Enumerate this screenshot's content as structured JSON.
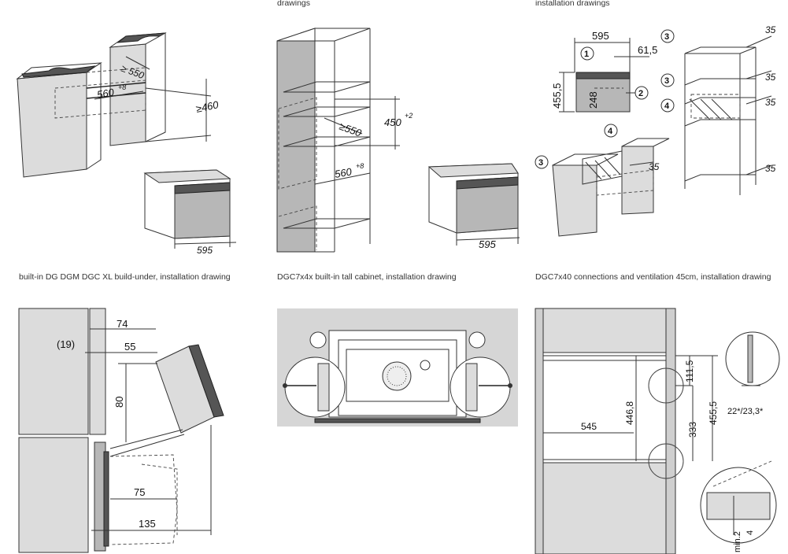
{
  "captions": {
    "top_middle_tail": "drawings",
    "top_right_tail": "installation drawings",
    "bottom_left": "built-in DG DGM DGC XL build-under, installation drawing",
    "bottom_middle": "DGC7x4x built-in tall cabinet, installation drawing",
    "bottom_right": "DGC7x40 connections and ventilation 45cm, installation drawing"
  },
  "drawing1": {
    "d550": "≥ 550",
    "d560": "560",
    "d560_sup": "+8",
    "d460": "≥460",
    "d595": "595"
  },
  "drawing2": {
    "d450": "450",
    "d450_sup": "+2",
    "d550": "≥550",
    "d560": "560",
    "d560_sup": "+8",
    "d595": "595"
  },
  "drawing3": {
    "d595": "595",
    "d615": "61,5",
    "d4555": "455,5",
    "d248": "248",
    "d35": "35",
    "callouts": [
      "1",
      "2",
      "3",
      "3",
      "4",
      "4",
      "3"
    ]
  },
  "drawing4": {
    "d74": "74",
    "d19": "(19)",
    "d55": "55",
    "d80": "80",
    "d75": "75",
    "d135": "135"
  },
  "drawing6": {
    "d1115": "111,5",
    "d4468": "446,8",
    "d333": "333",
    "d4555": "455,5",
    "d545": "545",
    "d22": "22*/23,3*",
    "dmin2": "min.2",
    "d4": "4"
  }
}
